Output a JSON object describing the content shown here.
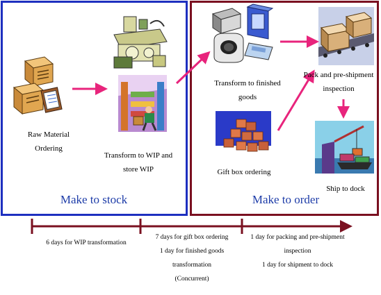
{
  "regions": {
    "stock_title": "Make to stock",
    "order_title": "Make to order"
  },
  "steps": {
    "raw_material_line1": "Raw Material",
    "raw_material_line2": "Ordering",
    "wip_line1": "Transform to WIP and",
    "wip_line2": "store WIP",
    "finished_line1": "Transform to finished",
    "finished_line2": "goods",
    "pack_line1": "Pack and pre-shipment",
    "pack_line2": "inspection",
    "giftbox": "Gift box ordering",
    "ship": "Ship to dock"
  },
  "timeline": {
    "seg1": "6 days for WIP transformation",
    "seg2_line1": "7 days for gift box ordering",
    "seg2_line2": "1 day for finished goods",
    "seg2_line3": "transformation",
    "seg2_line4": "(Concurrent)",
    "seg3_line1": "1 day for packing and pre-shipment",
    "seg3_line2": "inspection",
    "seg3_line3": "1 day for shipment to dock"
  },
  "colors": {
    "stock_border": "#1d2fbf",
    "order_border": "#7a1020",
    "flow_arrow": "#e8247c",
    "timeline": "#7a1020",
    "title_text": "#1d3ca8"
  },
  "icons": {
    "raw_material": "boxes-clipboard-icon",
    "wip": "warehouse-worker-icon",
    "wip_top": "machinery-icon",
    "finished": "appliances-icon",
    "pack": "conveyor-boxes-icon",
    "giftbox": "gift-boxes-icon",
    "ship": "dock-crane-icon"
  }
}
